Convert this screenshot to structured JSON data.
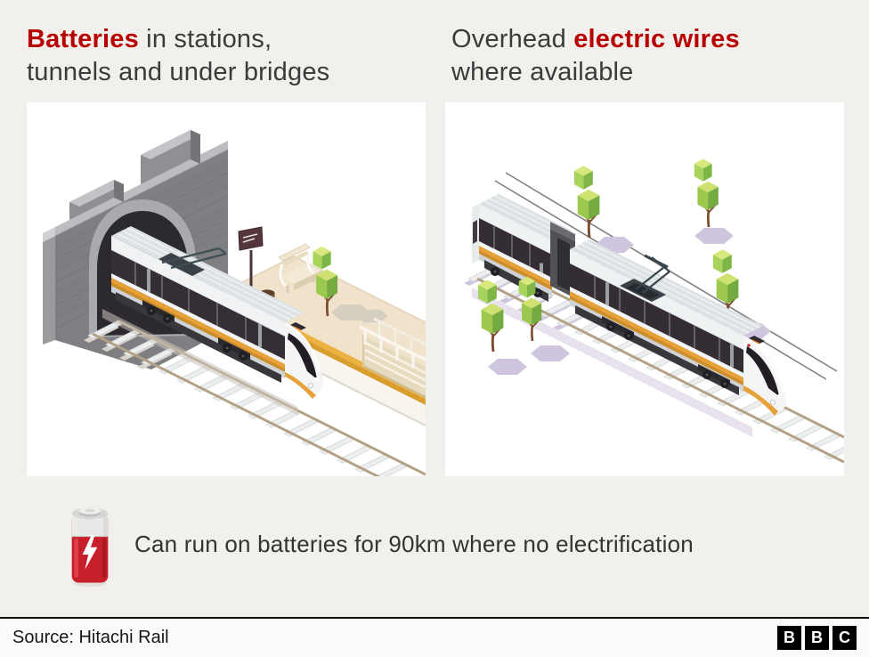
{
  "titles": {
    "left": {
      "highlight": "Batteries",
      "rest": " in stations,",
      "line2": "tunnels and under bridges"
    },
    "right": {
      "pre": "Overhead ",
      "highlight": "electric wires",
      "line2": "where available"
    }
  },
  "caption": {
    "icon": "battery-icon",
    "text": "Can run on batteries for 90km where no electrification"
  },
  "footer": {
    "source": "Source: Hitachi Rail",
    "logo": [
      "B",
      "B",
      "C"
    ]
  },
  "panels": [
    {
      "id": "left",
      "illustration": "train-exiting-brick-tunnel-beside-station-platform"
    },
    {
      "id": "right",
      "illustration": "two-car-train-under-overhead-electric-wires-with-trees"
    }
  ],
  "colors": {
    "background": "#f2f0ed",
    "accent_red": "#b80000",
    "train_yellow": "#e7a139",
    "window_dark": "#342d33",
    "tree_green": "#9cc84e",
    "shadow_lavender": "#cfc5de",
    "platform_cream": "#f0e2cb",
    "battery_red": "#c8202a",
    "logo_black": "#000000"
  }
}
